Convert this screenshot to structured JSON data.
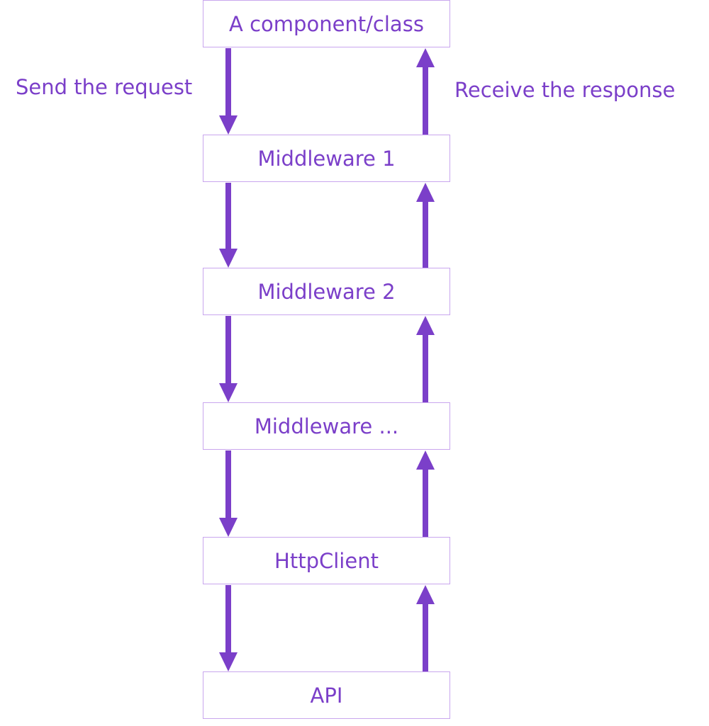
{
  "nodes": [
    "A component/class",
    "Middleware 1",
    "Middleware 2",
    "Middleware ...",
    "HttpClient",
    "API"
  ],
  "labels": {
    "request": "Send the request",
    "response": "Receive the response"
  },
  "colors": {
    "accent": "#7b3fc9",
    "border": "#c9a6ee"
  }
}
